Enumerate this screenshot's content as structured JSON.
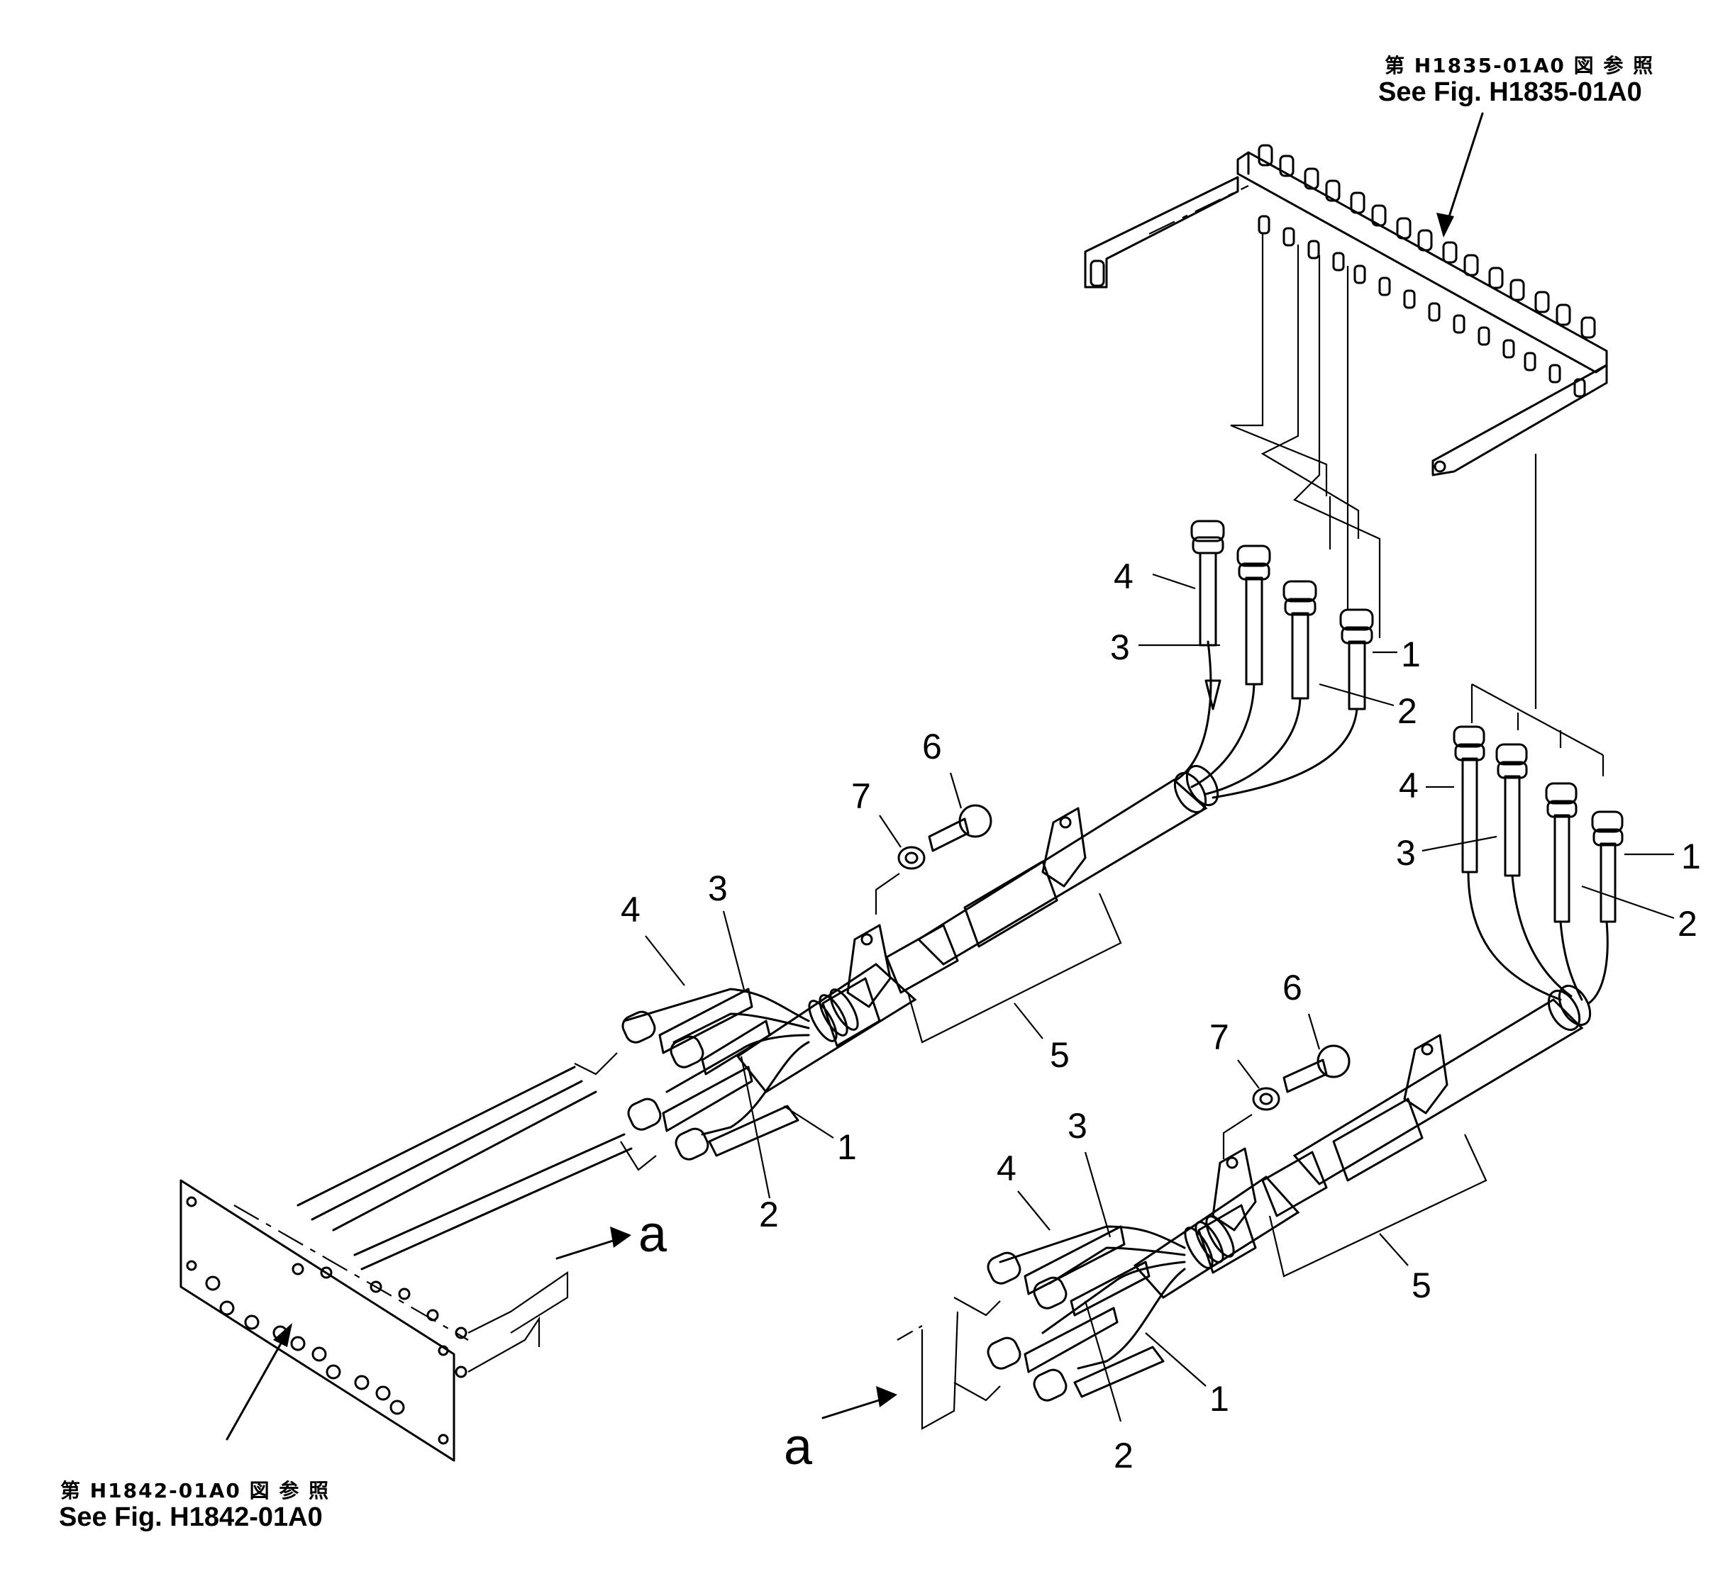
{
  "references": {
    "top_jp": "第 H1835-01A0 図 参 照",
    "top_en": "See Fig. H1835-01A0",
    "bottom_jp": "第 H1842-01A0 図 参 照",
    "bottom_en": "See Fig. H1842-01A0"
  },
  "view_letters": {
    "upper": "a",
    "lower": "a"
  },
  "callouts": {
    "upper_right_hoses": [
      "4",
      "3",
      "1",
      "2"
    ],
    "right_side_hoses": [
      "4",
      "3",
      "1",
      "2"
    ],
    "upper_left_clamp": [
      "7",
      "6"
    ],
    "upper_left_end": [
      "4",
      "3",
      "1",
      "2"
    ],
    "upper_group": "5",
    "lower_clamp": [
      "7",
      "6"
    ],
    "lower_left_end": [
      "4",
      "3",
      "1",
      "2"
    ],
    "lower_group": "5"
  }
}
